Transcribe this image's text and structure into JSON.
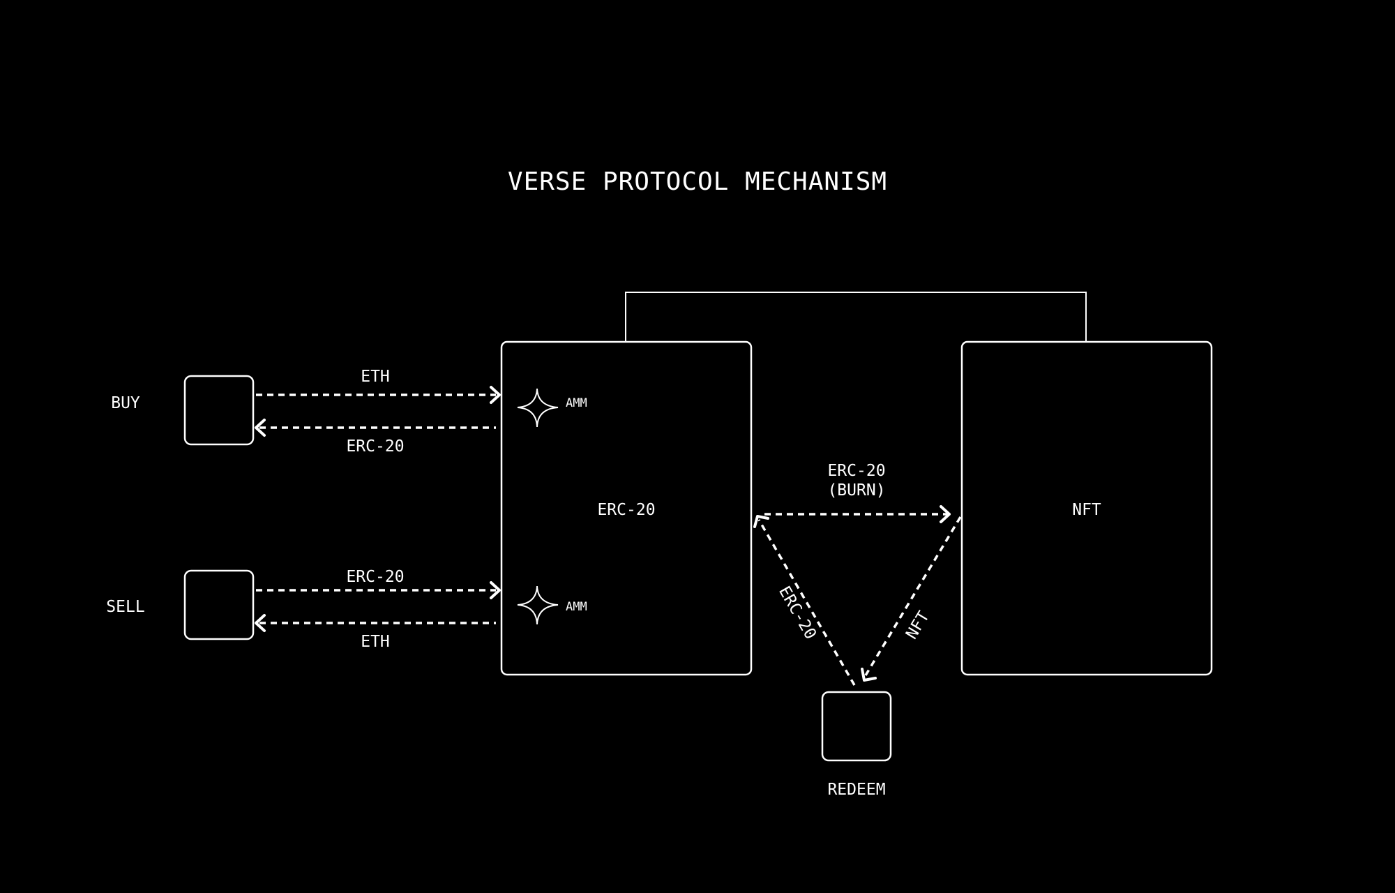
{
  "title": "VERSE PROTOCOL MECHANISM",
  "nodes": {
    "buy": "BUY",
    "sell": "SELL",
    "erc20": "ERC-20",
    "nft": "NFT",
    "redeem": "REDEEM",
    "amm_top": "AMM",
    "amm_bottom": "AMM"
  },
  "edges": {
    "buy_eth": "ETH",
    "buy_erc20": "ERC-20",
    "sell_erc20": "ERC-20",
    "sell_eth": "ETH",
    "burn_line1": "ERC-20",
    "burn_line2": "(BURN)",
    "redeem_erc20": "ERC-20",
    "redeem_nft": "NFT"
  },
  "colors": {
    "background": "#000000",
    "foreground": "#ffffff"
  }
}
